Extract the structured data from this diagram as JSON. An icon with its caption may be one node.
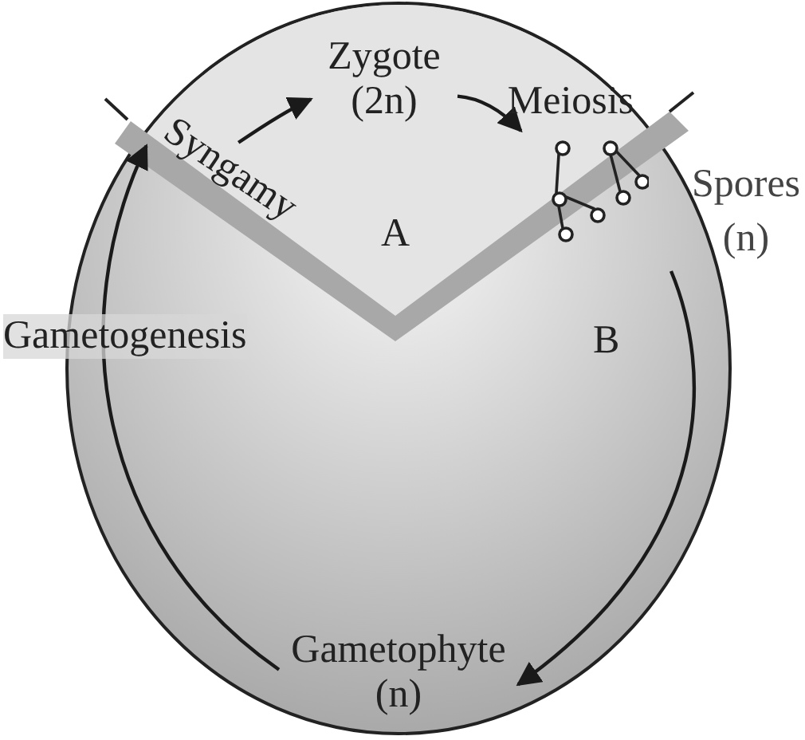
{
  "diagram": {
    "nodes": [
      {
        "text": [
          "Syngamy"
        ]
      },
      {
        "text": [
          "Zygote (2n)"
        ]
      },
      {
        "text": [
          "Meiosis"
        ]
      },
      {
        "text": [
          "Spores (n)"
        ]
      },
      {
        "text": [
          "Gametophyte (n)"
        ]
      }
    ],
    "edges": [
      {
        "from": 0,
        "to": 1,
        "arrow": "to"
      },
      {
        "from": 1,
        "to": 2,
        "arrow": "to"
      },
      {
        "from": 3,
        "to": 4,
        "arrow": "to"
      },
      {
        "from": 4,
        "to": 0,
        "arrow": "to",
        "label": "Gametogenesis"
      }
    ],
    "labels": [
      "A",
      "B"
    ]
  }
}
